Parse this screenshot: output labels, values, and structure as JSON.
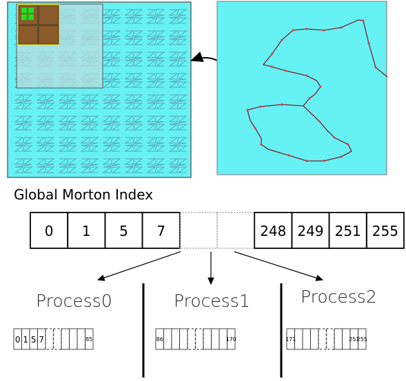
{
  "title": "Global  Morton  Index",
  "global_cells": [
    {
      "kind": "value",
      "text": "0"
    },
    {
      "kind": "value",
      "text": "1"
    },
    {
      "kind": "value",
      "text": "5"
    },
    {
      "kind": "value",
      "text": "7"
    },
    {
      "kind": "gap",
      "text": ""
    },
    {
      "kind": "gap",
      "text": ""
    },
    {
      "kind": "value",
      "text": "248"
    },
    {
      "kind": "value",
      "text": "249"
    },
    {
      "kind": "value",
      "text": "251"
    },
    {
      "kind": "value",
      "text": "255"
    }
  ],
  "processes": [
    {
      "label": "Process0",
      "cells": [
        {
          "kind": "value",
          "text": "0"
        },
        {
          "kind": "value",
          "text": "1"
        },
        {
          "kind": "value",
          "text": "5"
        },
        {
          "kind": "value",
          "text": "7"
        },
        {
          "kind": "dash",
          "text": ""
        },
        {
          "kind": "dash",
          "text": ""
        },
        {
          "kind": "empty",
          "text": ""
        },
        {
          "kind": "empty",
          "text": ""
        },
        {
          "kind": "empty",
          "text": ""
        },
        {
          "kind": "value-small",
          "text": "85"
        }
      ]
    },
    {
      "label": "Process1",
      "cells": [
        {
          "kind": "value-small",
          "text": "86"
        },
        {
          "kind": "empty",
          "text": ""
        },
        {
          "kind": "empty",
          "text": ""
        },
        {
          "kind": "empty",
          "text": ""
        },
        {
          "kind": "dash",
          "text": ""
        },
        {
          "kind": "dash",
          "text": ""
        },
        {
          "kind": "empty",
          "text": ""
        },
        {
          "kind": "empty",
          "text": ""
        },
        {
          "kind": "empty",
          "text": ""
        },
        {
          "kind": "value-small",
          "text": "170"
        }
      ]
    },
    {
      "label": "Process2",
      "cells": [
        {
          "kind": "value-small",
          "text": "171"
        },
        {
          "kind": "empty",
          "text": ""
        },
        {
          "kind": "empty",
          "text": ""
        },
        {
          "kind": "empty",
          "text": ""
        },
        {
          "kind": "dash",
          "text": ""
        },
        {
          "kind": "dash",
          "text": ""
        },
        {
          "kind": "empty",
          "text": ""
        },
        {
          "kind": "empty",
          "text": ""
        },
        {
          "kind": "value-small",
          "text": "251"
        },
        {
          "kind": "value-small",
          "text": "255"
        }
      ]
    }
  ],
  "colors": {
    "domain_fill": "#66f2f5",
    "grid_line": "#5aa6b4",
    "highlight": "#b9dcdc",
    "brown": "#8a5a2b",
    "green": "#22dd22",
    "curve": "#7a1f2a",
    "point": "#e23c3c"
  }
}
